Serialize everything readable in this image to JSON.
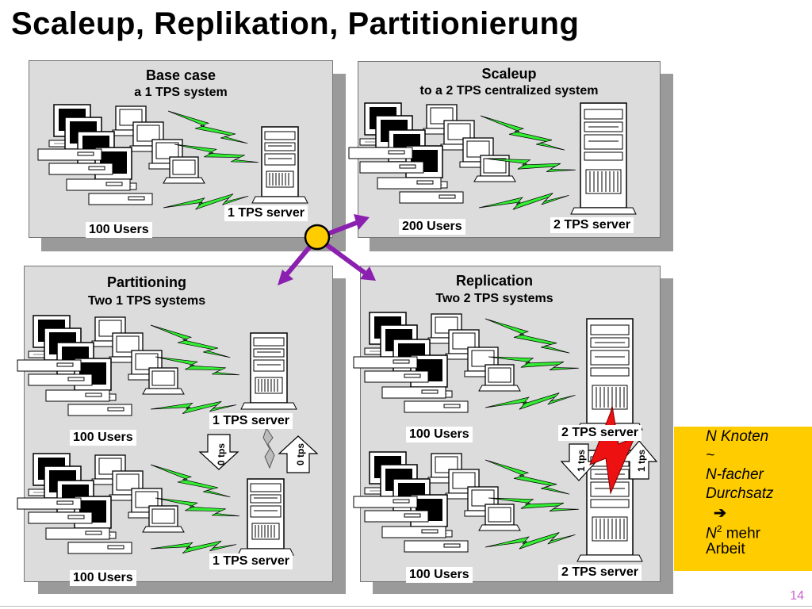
{
  "slide": {
    "title": "Scaleup, Replikation, Partitionierung",
    "page_number": "14"
  },
  "panels": {
    "base_case": {
      "title": "Base case",
      "subtitle": "a 1 TPS system",
      "users_label": "100 Users",
      "server_label": "1 TPS server"
    },
    "scaleup": {
      "title": "Scaleup",
      "subtitle": "to a 2 TPS centralized system",
      "users_label": "200 Users",
      "server_label": "2 TPS server"
    },
    "partitioning": {
      "title": "Partitioning",
      "subtitle": "Two 1 TPS systems",
      "users_label_top": "100 Users",
      "users_label_bottom": "100 Users",
      "server_label_top": "1 TPS server",
      "server_label_bottom": "1 TPS server",
      "arrow_left": "0 tps",
      "arrow_right": "0 tps"
    },
    "replication": {
      "title": "Replication",
      "subtitle": "Two  2 TPS systems",
      "users_label_top": "100 Users",
      "users_label_bottom": "100 Users",
      "server_label_top": "2 TPS server",
      "server_label_bottom": "2 TPS server",
      "arrow_left": "1 tps",
      "arrow_right": "1 tps"
    }
  },
  "side_note": {
    "line1": "N Knoten",
    "line2": "~",
    "line3": "N-facher",
    "line4": "Durchsatz",
    "arrow": "➔",
    "n_var": "N",
    "exp": "2",
    "line5_rest": " mehr",
    "line6": "Arbeit"
  },
  "colors": {
    "panel_bg": "#dcdcdc",
    "shadow": "#9a9a9a",
    "lightning": "#33ee33",
    "arrow": "#8a1fb0",
    "hub": "#ffcc00",
    "note_bg": "#ffcc00",
    "replication_bolt": "#ee1111"
  }
}
